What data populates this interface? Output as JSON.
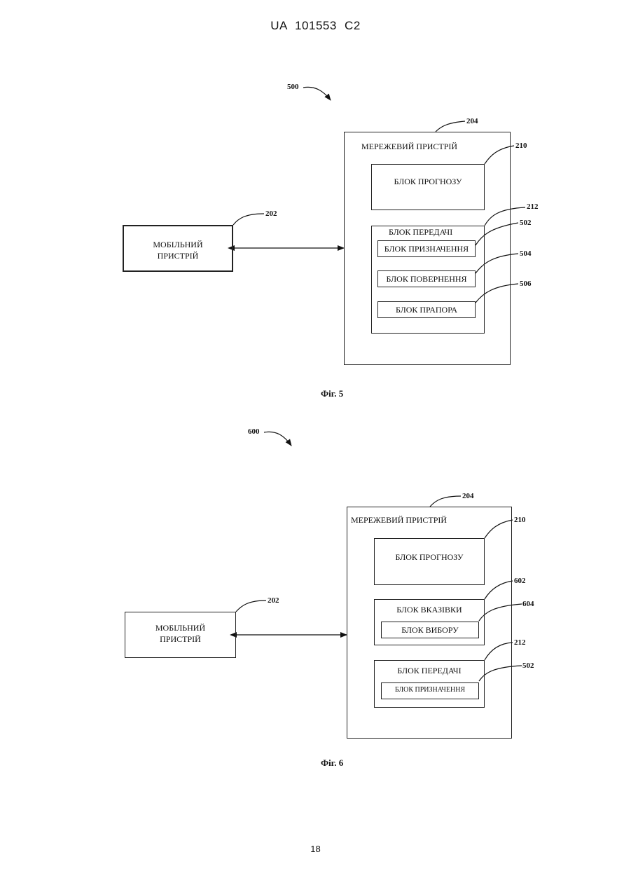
{
  "header": {
    "text": "UA   101553   C2"
  },
  "page_number": "18",
  "fig5": {
    "figure_ref": "500",
    "caption": "Фіг. 5",
    "network_device": {
      "ref": "204",
      "label": "МЕРЕЖЕВИЙ ПРИСТРІЙ"
    },
    "mobile_device": {
      "ref": "202",
      "label_line1": "МОБІЛЬНИЙ",
      "label_line2": "ПРИСТРІЙ"
    },
    "prediction_block": {
      "ref": "210",
      "label": "БЛОК ПРОГНОЗУ"
    },
    "transmission_block": {
      "ref": "212",
      "label": "БЛОК ПЕРЕДАЧІ"
    },
    "assignment_block": {
      "ref": "502",
      "label": "БЛОК ПРИЗНАЧЕННЯ"
    },
    "return_block": {
      "ref": "504",
      "label": "БЛОК ПОВЕРНЕННЯ"
    },
    "flag_block": {
      "ref": "506",
      "label": "БЛОК ПРАПОРА"
    }
  },
  "fig6": {
    "figure_ref": "600",
    "caption": "Фіг. 6",
    "network_device": {
      "ref": "204",
      "label": "МЕРЕЖЕВИЙ ПРИСТРІЙ"
    },
    "mobile_device": {
      "ref": "202",
      "label_line1": "МОБІЛЬНИЙ",
      "label_line2": "ПРИСТРІЙ"
    },
    "prediction_block": {
      "ref": "210",
      "label": "БЛОК ПРОГНОЗУ"
    },
    "indication_block": {
      "ref": "602",
      "label": "БЛОК ВКАЗІВКИ"
    },
    "selection_block": {
      "ref": "604",
      "label": "БЛОК ВИБОРУ"
    },
    "transmission_block": {
      "ref": "212",
      "label": "БЛОК ПЕРЕДАЧІ"
    },
    "assignment_block": {
      "ref": "502",
      "label": "БЛОК ПРИЗНАЧЕННЯ"
    }
  }
}
